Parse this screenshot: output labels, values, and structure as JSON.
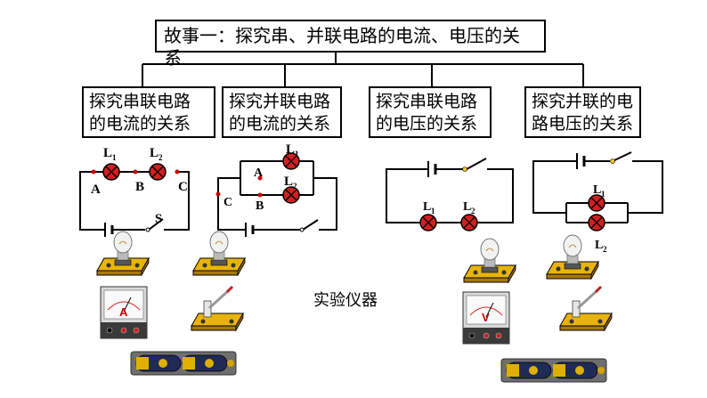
{
  "title": "故事一：探究串、并联电路的电流、电压的关系",
  "topics": [
    {
      "line1": "探究串联电路",
      "line2": "的电流的关系"
    },
    {
      "line1": "探究并联电路",
      "line2": "的电流的关系"
    },
    {
      "line1": "探究串联电路",
      "line2": "的电压的关系"
    },
    {
      "line1": "探究并联的电",
      "line2": "路电压的关系"
    }
  ],
  "circuit_labels": {
    "c1": {
      "L1": "L",
      "L1sub": "1",
      "L2": "L",
      "L2sub": "2",
      "A": "A",
      "B": "B",
      "C": "C",
      "S": "S"
    },
    "c2": {
      "L1": "L",
      "L1sub": "1",
      "L2": "L",
      "L2sub": "2",
      "A": "A",
      "B": "B",
      "C": "C"
    },
    "c3": {
      "L1": "L",
      "L1sub": "1",
      "L2": "L",
      "L2sub": "2"
    },
    "c4": {
      "L1": "L",
      "L1sub": "1",
      "L2": "L",
      "L2sub": "2"
    }
  },
  "meters": {
    "ammeter": "A",
    "voltmeter": "V"
  },
  "instruments_label": "实验仪器",
  "colors": {
    "lamp_fill": "#d21f1f",
    "wire": "#000000",
    "node": "#cc0000",
    "base": "#e8b40c"
  }
}
